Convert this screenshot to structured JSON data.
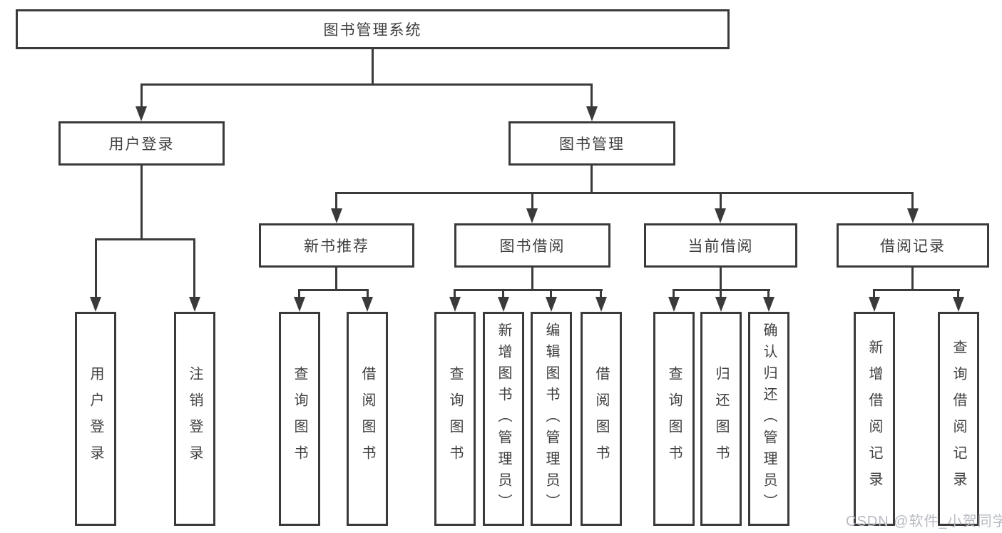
{
  "colors": {
    "line": "#3a3a3a",
    "text": "#3f3f3f",
    "background": "#ffffff",
    "watermark": "#b7bbc2"
  },
  "watermark": {
    "text": "CSDN @软件_小贺同学"
  },
  "diagram_type": "hierarchy-tree",
  "tree": {
    "root": {
      "label": "图书管理系统"
    },
    "branches": [
      {
        "label": "用户登录",
        "children": [
          {
            "label": "用户登录"
          },
          {
            "label": "注销登录"
          }
        ]
      },
      {
        "label": "图书管理",
        "children": [
          {
            "label": "新书推荐",
            "children": [
              {
                "label": "查询图书"
              },
              {
                "label": "借阅图书"
              }
            ]
          },
          {
            "label": "图书借阅",
            "children": [
              {
                "label": "查询图书"
              },
              {
                "label": "新增图书（管理员）"
              },
              {
                "label": "编辑图书（管理员）"
              },
              {
                "label": "借阅图书"
              }
            ]
          },
          {
            "label": "当前借阅",
            "children": [
              {
                "label": "查询图书"
              },
              {
                "label": "归还图书"
              },
              {
                "label": "确认归还（管理员）"
              }
            ]
          },
          {
            "label": "借阅记录",
            "children": [
              {
                "label": "新增借阅记录"
              },
              {
                "label": "查询借阅记录"
              }
            ]
          }
        ]
      }
    ]
  }
}
